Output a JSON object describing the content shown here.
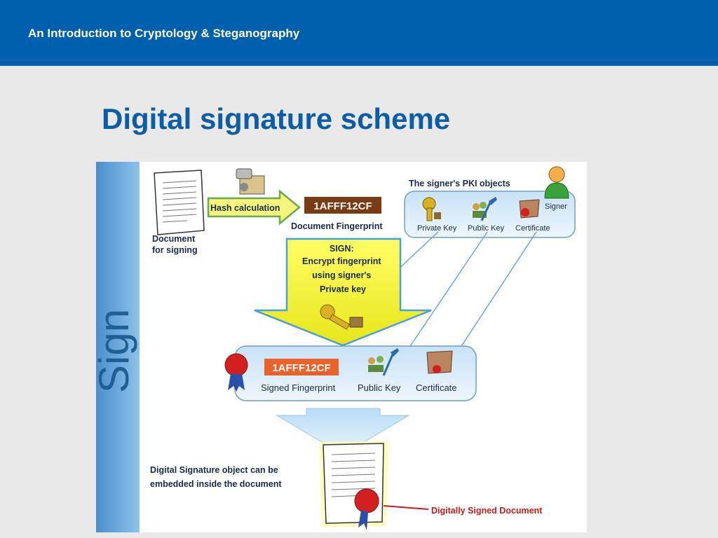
{
  "header": {
    "title": "An Introduction to Cryptology & Steganography"
  },
  "slide": {
    "title": "Digital signature scheme"
  },
  "diagram": {
    "side_label": "Sign",
    "document_label_line1": "Document",
    "document_label_line2": "for signing",
    "hash_label": "Hash calculation",
    "fingerprint_value": "1AFFF12CF",
    "fingerprint_caption": "Document Fingerprint",
    "pki_title": "The signer's PKI objects",
    "pki_private_key": "Private Key",
    "pki_public_key": "Public Key",
    "pki_certificate": "Certificate",
    "pki_signer": "Signer",
    "sign_line1": "SIGN:",
    "sign_line2": "Encrypt fingerprint",
    "sign_line3": "using signer's",
    "sign_line4": "Private key",
    "signed_value": "1AFFF12CF",
    "signed_caption": "Signed Fingerprint",
    "signed_public_key": "Public Key",
    "signed_certificate": "Certificate",
    "embed_line1": "Digital Signature object can be",
    "embed_line2": "embedded inside the document",
    "signed_document_label": "Digitally Signed Document"
  },
  "colors": {
    "header_bg": "#0060ad",
    "title_color": "#0c5da5",
    "side_bar": "#5a9fd6",
    "panel_fill": "#d9ecfa",
    "arrow_yellow": "#f7f53a",
    "arrow_blue": "#cfe7fb",
    "fingerprint_bg": "#7a3a12",
    "signed_fp_bg": "#e8622a",
    "red_label": "#c81a1a"
  }
}
